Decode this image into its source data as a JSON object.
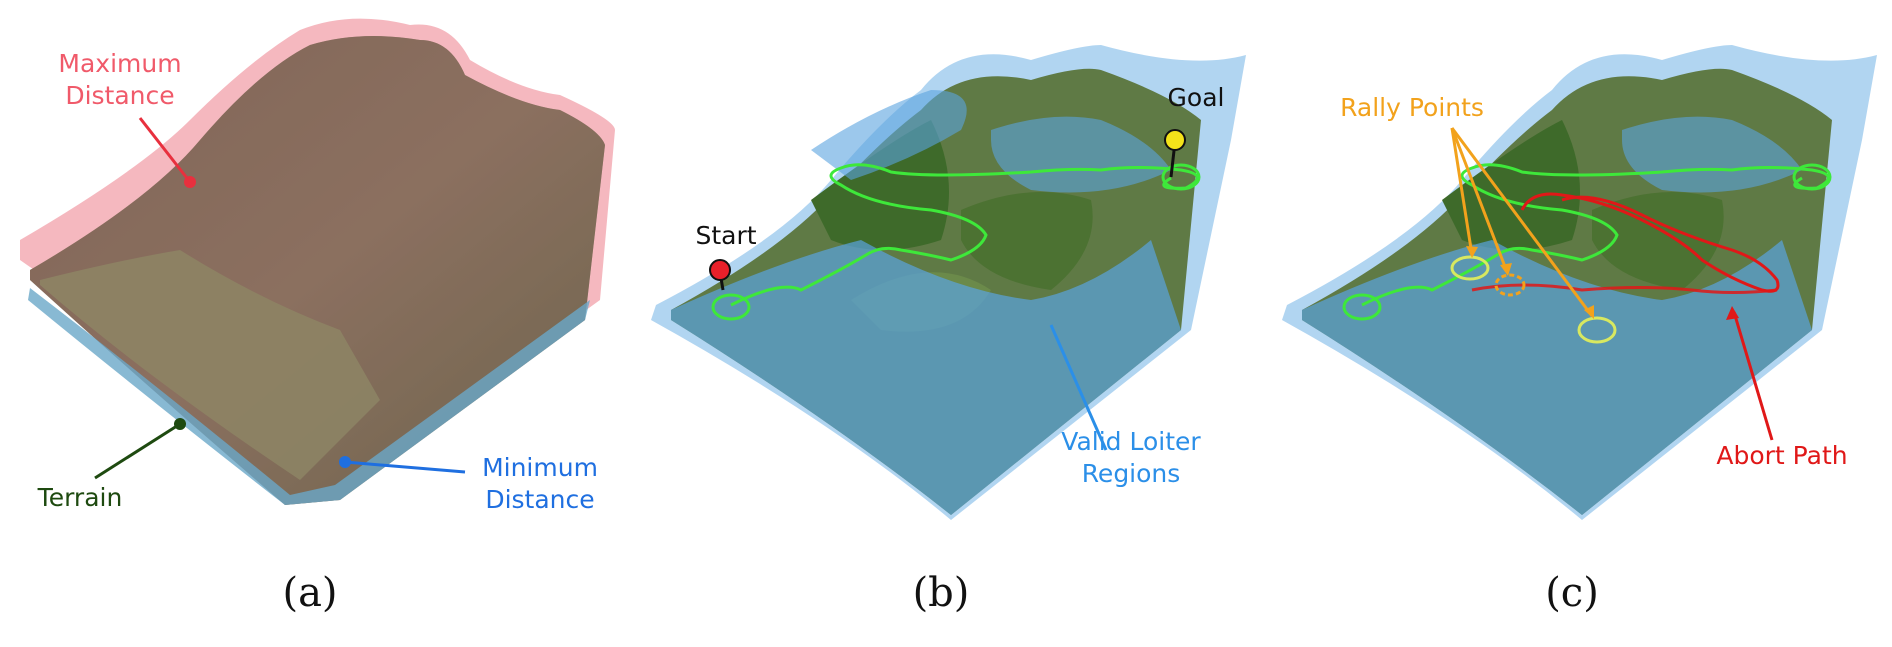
{
  "figure": {
    "panels": [
      {
        "caption": "(a)",
        "labels": {
          "maximum_distance": "Maximum\nDistance",
          "minimum_distance": "Minimum\nDistance",
          "terrain": "Terrain"
        }
      },
      {
        "caption": "(b)",
        "labels": {
          "start": "Start",
          "goal": "Goal",
          "valid_loiter_regions": "Valid Loiter\nRegions"
        }
      },
      {
        "caption": "(c)",
        "labels": {
          "rally_points": "Rally Points",
          "abort_path": "Abort Path"
        }
      }
    ]
  },
  "colors": {
    "maximum_distance": "#f05a6a",
    "minimum_distance": "#1f6fe0",
    "terrain": "#1e4a10",
    "valid_loiter_regions": "#2b8fe8",
    "rally_points": "#f2a21c",
    "abort_path": "#e01818",
    "planned_path": "#3ee83a",
    "start_marker": "#e8202a",
    "goal_marker": "#f4e21a"
  }
}
